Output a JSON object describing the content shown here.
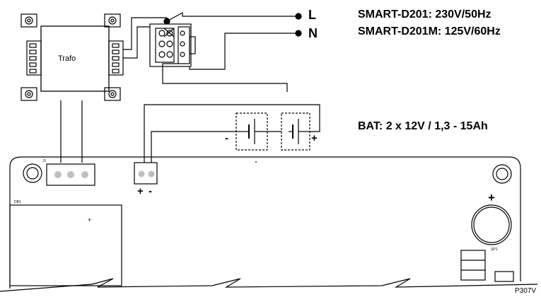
{
  "spec": {
    "line1": "SMART-D201:  230V/50Hz",
    "line2": "SMART-D201M: 125V/60Hz",
    "battery": "BAT: 2 x 12V / 1,3 - 15Ah"
  },
  "terminals": {
    "live": "L",
    "neutral": "N"
  },
  "trafo_label": "Trafo",
  "polarity": {
    "connector_plus": "+",
    "connector_minus": "-",
    "battery_minus": "-",
    "battery_plus": "+",
    "pcb_plus": "+",
    "buzzer_plus": "+"
  },
  "pcb_marks": {
    "bridge": "DB1",
    "buzzer": "SP1",
    "j1": "J1"
  },
  "reference": "P307V"
}
